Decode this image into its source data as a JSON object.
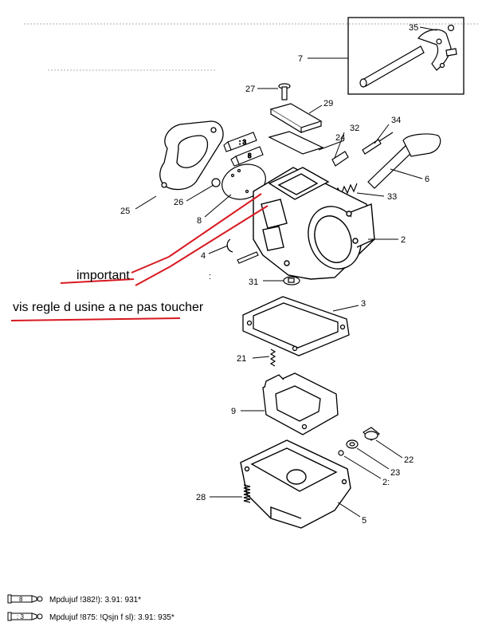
{
  "callouts": {
    "c2": "2",
    "c3": "3",
    "c4": "4",
    "c5": "5",
    "c6": "6",
    "c7": "7",
    "c8": "8",
    "c9": "9",
    "c21": "21",
    "c22": "22",
    "c23": "23",
    "c24": "24",
    "c25": "25",
    "c26": "26",
    "c27": "27",
    "c28": "28",
    "c29": "29",
    "c31": "31",
    "c32": "32",
    "c33": "33",
    "c34": "34",
    "c35": "35",
    "cColon1": ":",
    "cColon2": "2:"
  },
  "tube_labels": {
    "t3": ": 3",
    "t8": "8"
  },
  "annotations": {
    "important": "important",
    "note": "vis regle d usine a ne pas toucher"
  },
  "legend": [
    {
      "tube": "8",
      "text": "Mpdujuf !382!): 3.91: 931*"
    },
    {
      "tube": ": 3",
      "text": "Mpdujuf !875: !Qsjn f sl): 3.91: 935*"
    }
  ],
  "colors": {
    "line": "#000000",
    "annotation": "#d81820"
  }
}
